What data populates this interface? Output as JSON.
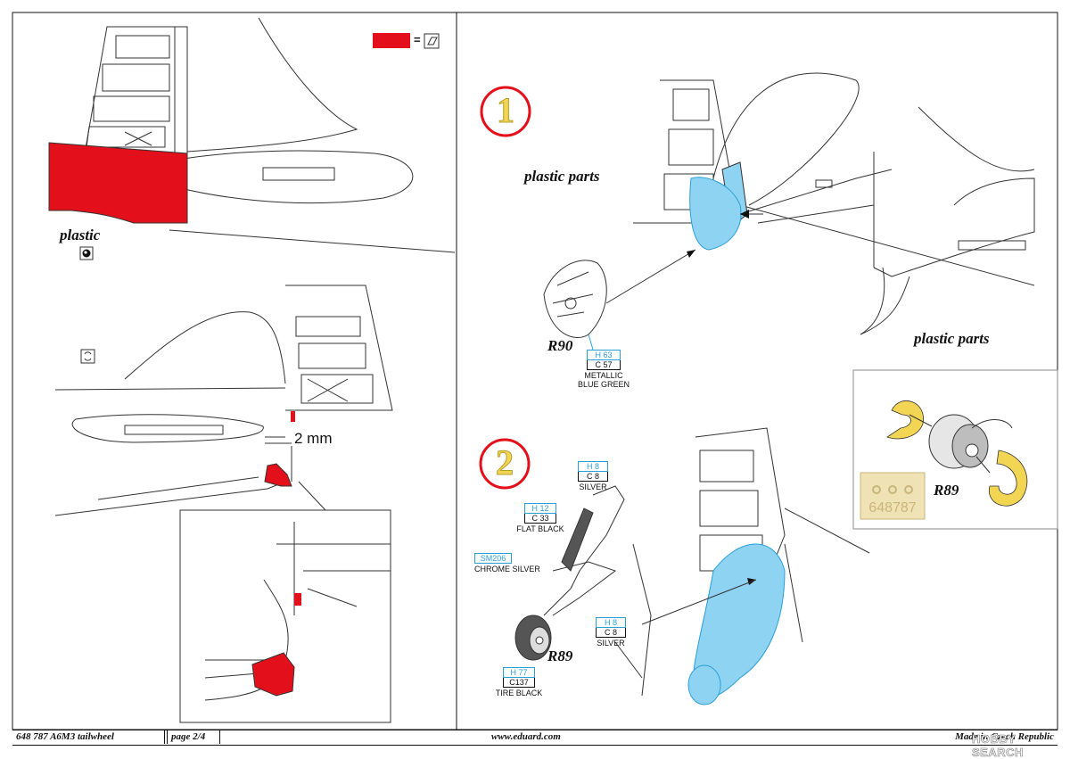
{
  "legend": {
    "remove_symbol": "="
  },
  "left_top": {
    "label": "plastic"
  },
  "left_middle": {
    "dimension": "2 mm"
  },
  "step1": {
    "number": "1",
    "label_plastic_parts_top": "plastic parts",
    "label_plastic_parts_bottom": "plastic parts",
    "part": "R90",
    "paint": {
      "h": "H 63",
      "c": "C 57",
      "name_line1": "METALLIC",
      "name_line2": "BLUE GREEN"
    }
  },
  "step2": {
    "number": "2",
    "part": "R89",
    "paints": [
      {
        "h": "H 8",
        "c": "C 8",
        "name": "SILVER"
      },
      {
        "h": "H 12",
        "c": "C 33",
        "name": "FLAT BLACK"
      },
      {
        "h": "SM206",
        "c": "",
        "name": "CHROME SILVER"
      },
      {
        "h": "H 8",
        "c": "C 8",
        "name": "SILVER"
      },
      {
        "h": "H 77",
        "c": "C137",
        "name": "TIRE BLACK"
      }
    ]
  },
  "mask_inset": {
    "part": "R89",
    "mask_code": "648787"
  },
  "footer": {
    "code": "648 787  A6M3 tailwheel",
    "page": "page 2/4",
    "url": "www.eduard.com",
    "made_in": "Made in Czech Republic"
  },
  "watermark": "HOBBY SEARCH",
  "colors": {
    "red": "#e3101b",
    "blue": "#2a9fd6",
    "light_blue": "#8fd3f2",
    "yellow": "#f2d653",
    "mask_beige": "#efe2b4",
    "line": "#222222"
  }
}
